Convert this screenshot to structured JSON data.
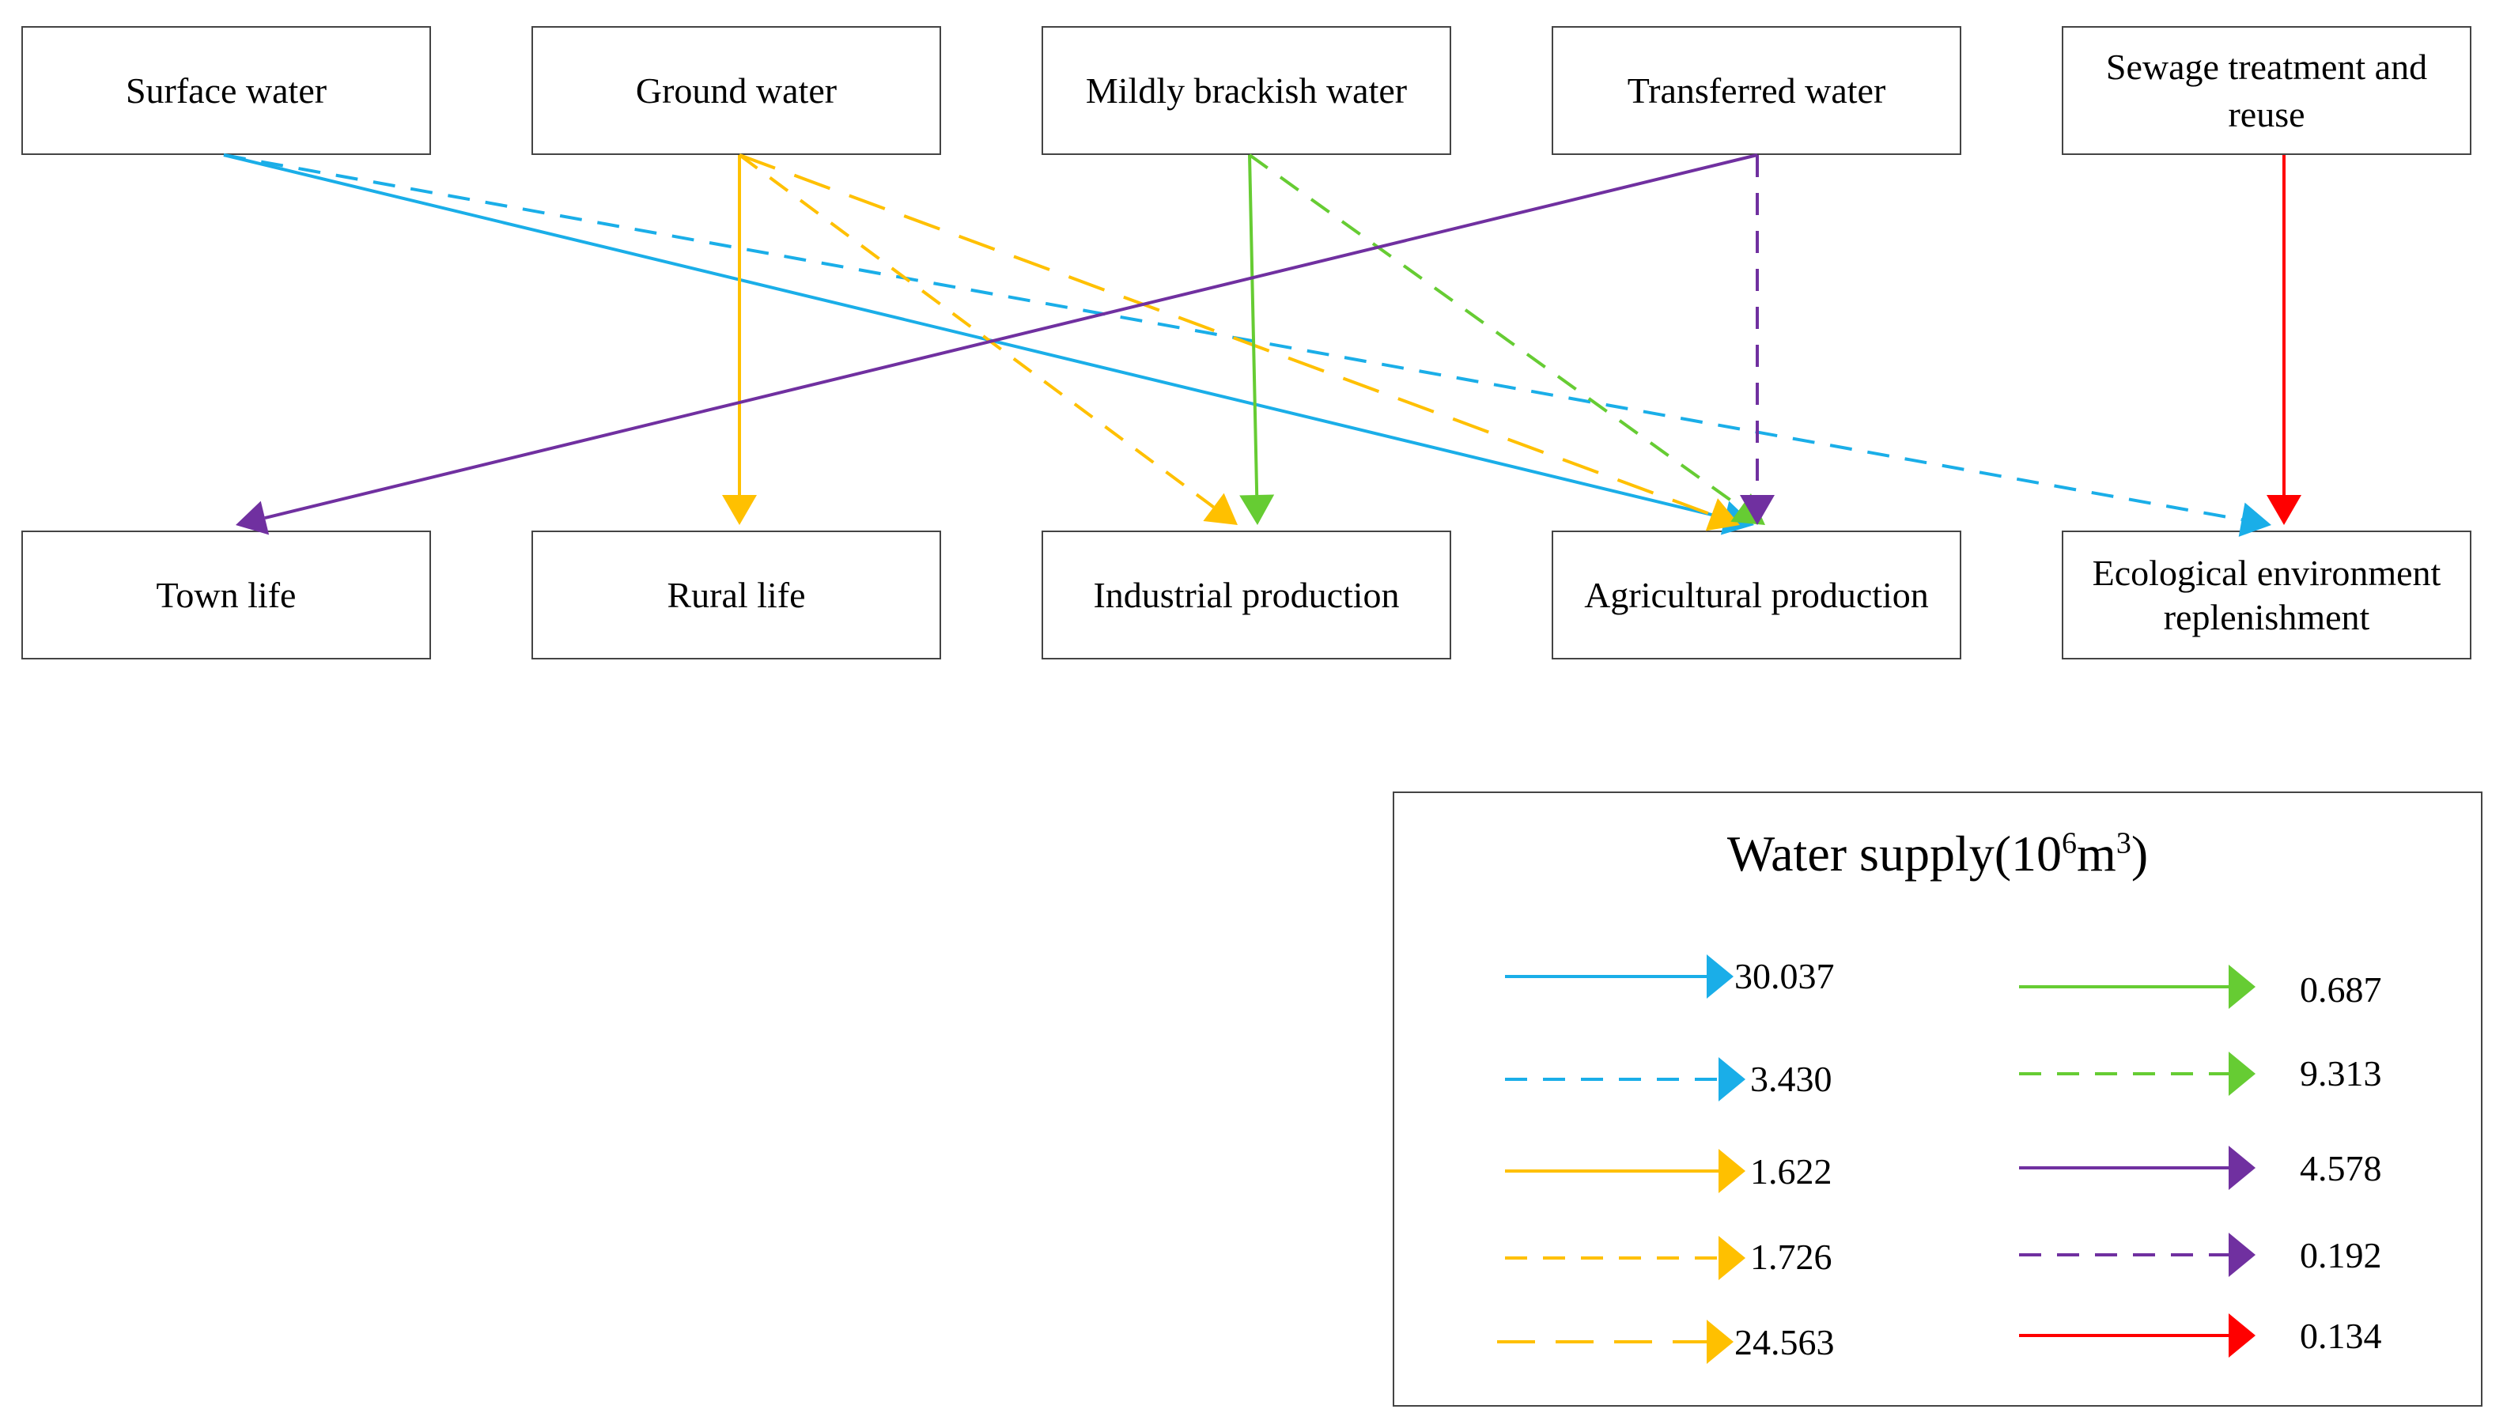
{
  "sources": [
    {
      "id": "surface",
      "label": "Surface water"
    },
    {
      "id": "ground",
      "label": "Ground water"
    },
    {
      "id": "brackish",
      "label": "Mildly brackish water"
    },
    {
      "id": "transferred",
      "label": "Transferred water"
    },
    {
      "id": "sewage",
      "label": "Sewage treatment and reuse"
    }
  ],
  "destinations": [
    {
      "id": "town",
      "label": "Town life"
    },
    {
      "id": "rural",
      "label": "Rural life"
    },
    {
      "id": "industrial",
      "label": "Industrial production"
    },
    {
      "id": "agricultural",
      "label": "Agricultural production"
    },
    {
      "id": "ecological",
      "label": "Ecological environment replenishment"
    }
  ],
  "colors": {
    "surface": "#1aaee8",
    "ground": "#ffc000",
    "brackish": "#66cc33",
    "transferred": "#7030a0",
    "sewage": "#ff0000"
  },
  "legend": {
    "title_main": "Water supply(10",
    "title_exp1": "6",
    "title_mid": "m",
    "title_exp2": "3",
    "title_end": ")",
    "items": [
      {
        "value": "30.037",
        "source": "surface",
        "style": "solid"
      },
      {
        "value": "3.430",
        "source": "surface",
        "style": "dashed"
      },
      {
        "value": "1.622",
        "source": "ground",
        "style": "solid"
      },
      {
        "value": "1.726",
        "source": "ground",
        "style": "dashed"
      },
      {
        "value": "24.563",
        "source": "ground",
        "style": "longdash"
      },
      {
        "value": "0.687",
        "source": "brackish",
        "style": "solid"
      },
      {
        "value": "9.313",
        "source": "brackish",
        "style": "dashed"
      },
      {
        "value": "4.578",
        "source": "transferred",
        "style": "solid"
      },
      {
        "value": "0.192",
        "source": "transferred",
        "style": "dashed"
      },
      {
        "value": "0.134",
        "source": "sewage",
        "style": "solid"
      }
    ]
  },
  "flows": [
    {
      "from": "surface",
      "to": "agricultural",
      "style": "solid",
      "value": 30.037
    },
    {
      "from": "surface",
      "to": "ecological",
      "style": "dashed",
      "value": 3.43
    },
    {
      "from": "ground",
      "to": "rural",
      "style": "solid",
      "value": 1.622
    },
    {
      "from": "ground",
      "to": "industrial",
      "style": "dashed",
      "value": 1.726
    },
    {
      "from": "ground",
      "to": "agricultural",
      "style": "longdash",
      "value": 24.563
    },
    {
      "from": "brackish",
      "to": "industrial",
      "style": "solid",
      "value": 0.687
    },
    {
      "from": "brackish",
      "to": "agricultural",
      "style": "dashed",
      "value": 9.313
    },
    {
      "from": "transferred",
      "to": "town",
      "style": "solid",
      "value": 4.578
    },
    {
      "from": "transferred",
      "to": "agricultural",
      "style": "dashed",
      "value": 0.192
    },
    {
      "from": "sewage",
      "to": "ecological",
      "style": "solid",
      "value": 0.134
    }
  ]
}
